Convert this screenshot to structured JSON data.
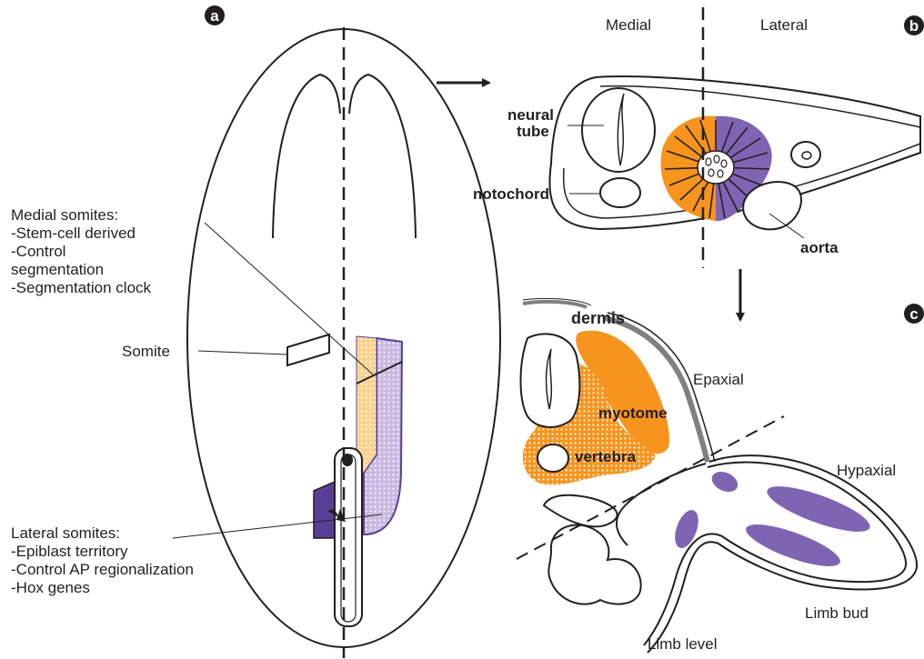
{
  "panels": {
    "a": "a",
    "b": "b",
    "c": "c"
  },
  "panel_a": {
    "medial_somites": [
      "Medial somites:",
      "-Stem-cell derived",
      "-Control",
      "segmentation",
      "-Segmentation clock"
    ],
    "somite": "Somite",
    "lateral_somites": [
      "Lateral somites:",
      "-Epiblast territory",
      "-Control AP regionalization",
      "-Hox genes"
    ]
  },
  "panel_b": {
    "medial": "Medial",
    "lateral": "Lateral",
    "neural_tube": [
      "neural",
      "tube"
    ],
    "notochord": "notochord",
    "aorta": "aorta"
  },
  "panel_c": {
    "dermis": "dermis",
    "epaxial": "Epaxial",
    "myotome": "myotome",
    "vertebra": "vertebra",
    "hypaxial": "Hypaxial",
    "limb_bud": "Limb bud",
    "limb_level": "Limb level"
  },
  "colors": {
    "orange": "#f7941d",
    "purple": "#8064b4",
    "dark_purple": "#5b3f96",
    "light_orange": "#fbd28c",
    "light_purple": "#c9b8e2",
    "gray": "#808080"
  }
}
